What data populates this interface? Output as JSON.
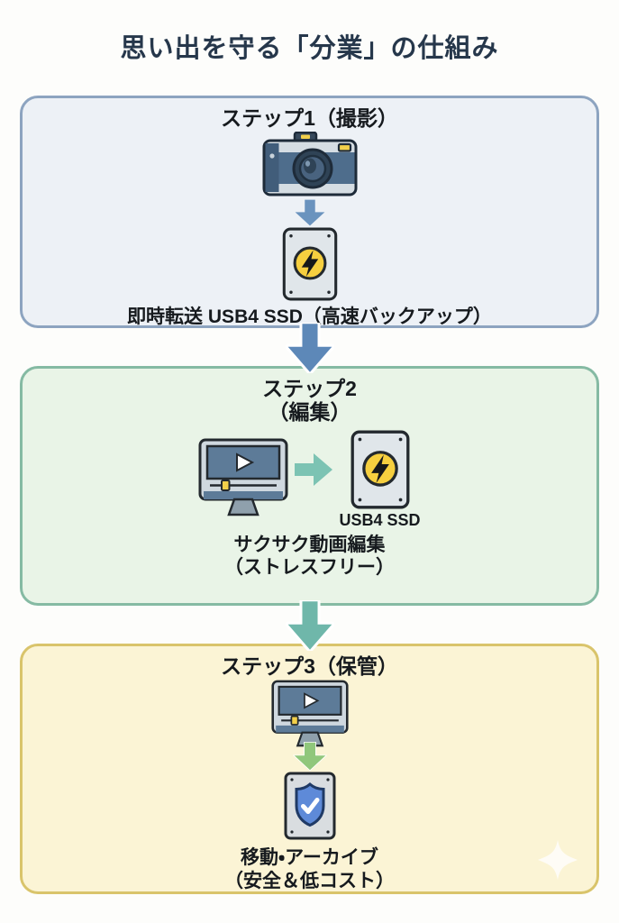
{
  "title": "思い出を守る「分業」の仕組み",
  "steps": [
    {
      "heading": "ステップ1（撮影）",
      "caption": "即時転送 USB4 SSD（高速バックアップ）"
    },
    {
      "heading_line1": "ステップ2",
      "heading_line2": "（編集）",
      "device_label": "USB4 SSD",
      "caption_line1": "サクサク動画編集",
      "caption_line2": "（ストレスフリー）"
    },
    {
      "heading": "ステップ3（保管）",
      "caption_line1": "移動・アーカイブ",
      "caption_line2": "（安全＆低コスト）"
    }
  ],
  "icons": {
    "step1": [
      "camera-icon",
      "down-arrow-icon",
      "ssd-lightning-icon"
    ],
    "step2": [
      "video-monitor-icon",
      "right-arrow-icon",
      "ssd-lightning-icon"
    ],
    "step3": [
      "video-monitor-icon",
      "down-arrow-icon",
      "shield-drive-icon"
    ],
    "watermark": "sparkle-icon"
  },
  "colors": {
    "page_bg": "#fdfdfb",
    "title_color": "#26374b",
    "text_color": "#161a1e",
    "panel1_bg": "#edf1f6",
    "panel1_border": "#8da4c0",
    "panel2_bg": "#e9f4e7",
    "panel2_border": "#85baa3",
    "panel3_bg": "#fbf4d5",
    "panel3_border": "#d9c46b",
    "arrow_blue": "#5d88b8",
    "arrow_blue_light": "#6a93be",
    "arrow_teal": "#6fb7aa",
    "arrow_teal_light": "#7cc3b3",
    "arrow_green": "#90c77b",
    "accent_yellow": "#f6cf3f",
    "shield_blue": "#5e8ad8"
  }
}
